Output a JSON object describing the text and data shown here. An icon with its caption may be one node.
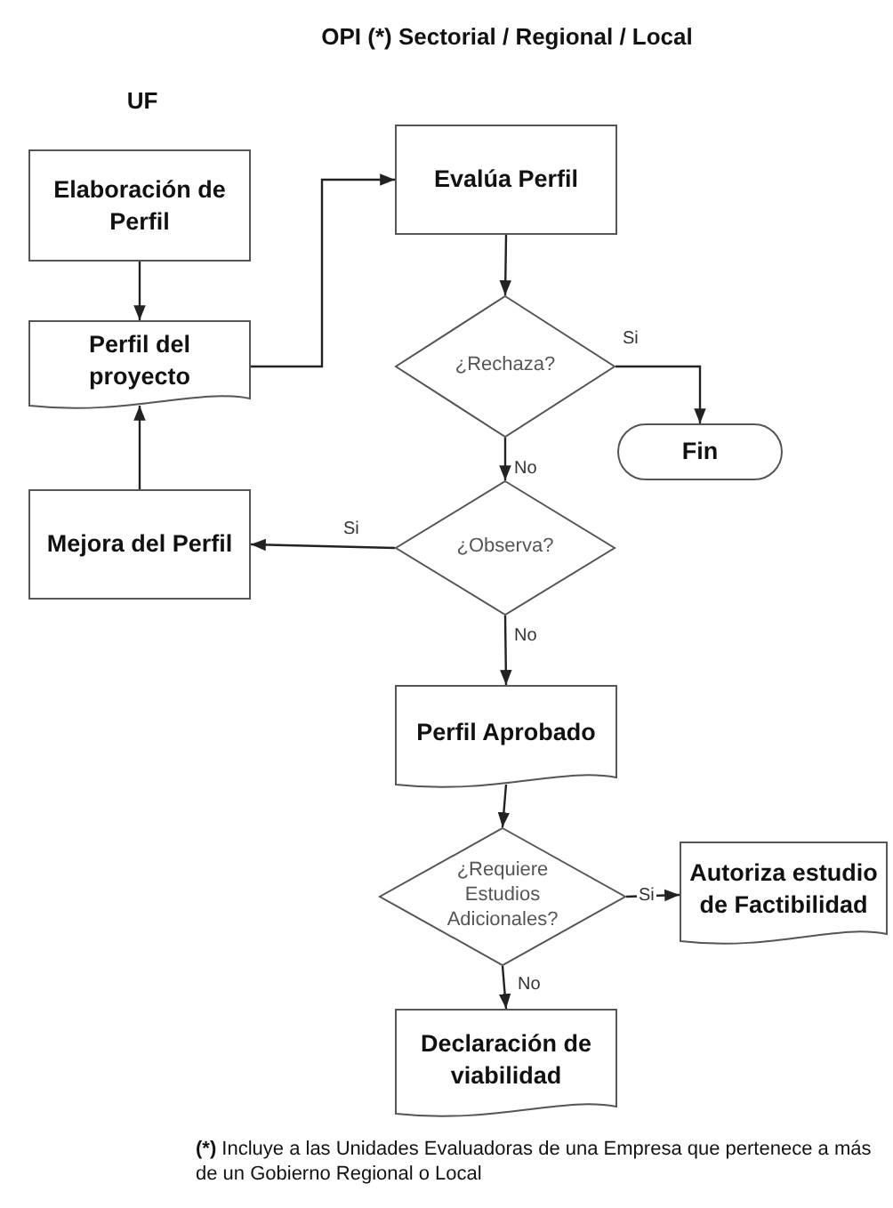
{
  "diagram": {
    "nodes": [
      {
        "text": [
          "Elaboración de Perfil"
        ]
      },
      {
        "text": [
          "Perfil del proyecto"
        ]
      },
      {
        "text": [
          "Mejora del Perfil"
        ]
      },
      {
        "text": [
          "Evalúa Perfil"
        ]
      },
      {
        "text": [
          "¿Rechaza?"
        ]
      },
      {
        "text": [
          "Fin"
        ]
      },
      {
        "text": [
          "¿Observa?"
        ]
      },
      {
        "text": [
          "Perfil Aprobado"
        ]
      },
      {
        "text": [
          "¿Requiere Estudios Adicionales?"
        ]
      },
      {
        "text": [
          "Autoriza estudio de Factibilidad"
        ]
      },
      {
        "text": [
          "Declaración de viabilidad"
        ]
      }
    ],
    "edges": [
      {
        "from": 0,
        "to": 1,
        "arrow": "to"
      },
      {
        "from": 1,
        "to": 3,
        "arrow": "to"
      },
      {
        "from": 3,
        "to": 4,
        "arrow": "to"
      },
      {
        "from": 4,
        "to": 5,
        "arrow": "to",
        "label": "Si"
      },
      {
        "from": 4,
        "to": 6,
        "arrow": "to",
        "label": "No"
      },
      {
        "from": 6,
        "to": 2,
        "arrow": "to",
        "label": "Si"
      },
      {
        "from": 2,
        "to": 1,
        "arrow": "to"
      },
      {
        "from": 6,
        "to": 7,
        "arrow": "to",
        "label": "No"
      },
      {
        "from": 7,
        "to": 8,
        "arrow": "to"
      },
      {
        "from": 8,
        "to": 9,
        "arrow": "to",
        "label": "Si"
      },
      {
        "from": 8,
        "to": 10,
        "arrow": "to",
        "label": "No"
      }
    ],
    "labels": [
      "UF",
      "OPI (*) Sectorial / Regional / Local",
      "**(*)** Incluye a las Unidades Evaluadoras de una Empresa que pertenece a más de un Gobierno Regional o Local"
    ]
  }
}
